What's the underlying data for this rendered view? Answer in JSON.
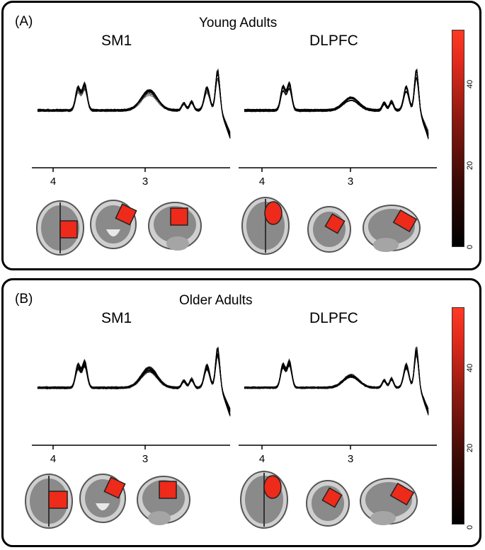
{
  "panels": [
    {
      "label": "(A)",
      "title": "Young Adults",
      "regions": [
        "SM1",
        "DLPFC"
      ],
      "x_ticks": [
        "4",
        "3"
      ],
      "colorbar": {
        "ticks": [
          "40",
          "20",
          "0"
        ],
        "colors": [
          "#000000",
          "#ff3a25"
        ]
      }
    },
    {
      "label": "(B)",
      "title": "Older Adults",
      "regions": [
        "SM1",
        "DLPFC"
      ],
      "x_ticks": [
        "4",
        "3"
      ],
      "colorbar": {
        "ticks": [
          "40",
          "20",
          "0"
        ],
        "colors": [
          "#000000",
          "#ff3a25"
        ]
      }
    }
  ]
}
